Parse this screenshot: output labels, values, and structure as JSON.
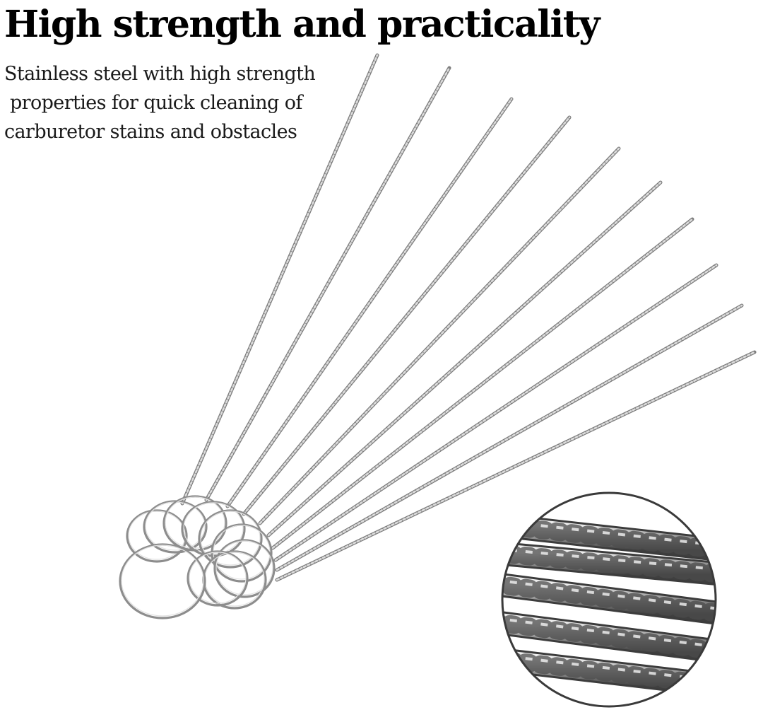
{
  "headline": "High strength and practicality",
  "description": {
    "lines": [
      "Stainless steel with high strength",
      " properties for quick cleaning of",
      "carburetor stains and obstacles"
    ]
  },
  "image": {
    "product": "carburetor-cleaning-needles",
    "needle_count": 10,
    "ring_count": 10,
    "detail_view": "twisted-wire-closeup",
    "detail_strands": 5
  },
  "colors": {
    "background": "#ffffff",
    "text": "#000000",
    "steel_light": "#d9d9d9",
    "steel_mid": "#9a9a9a",
    "steel_dark": "#4a4a4a"
  }
}
